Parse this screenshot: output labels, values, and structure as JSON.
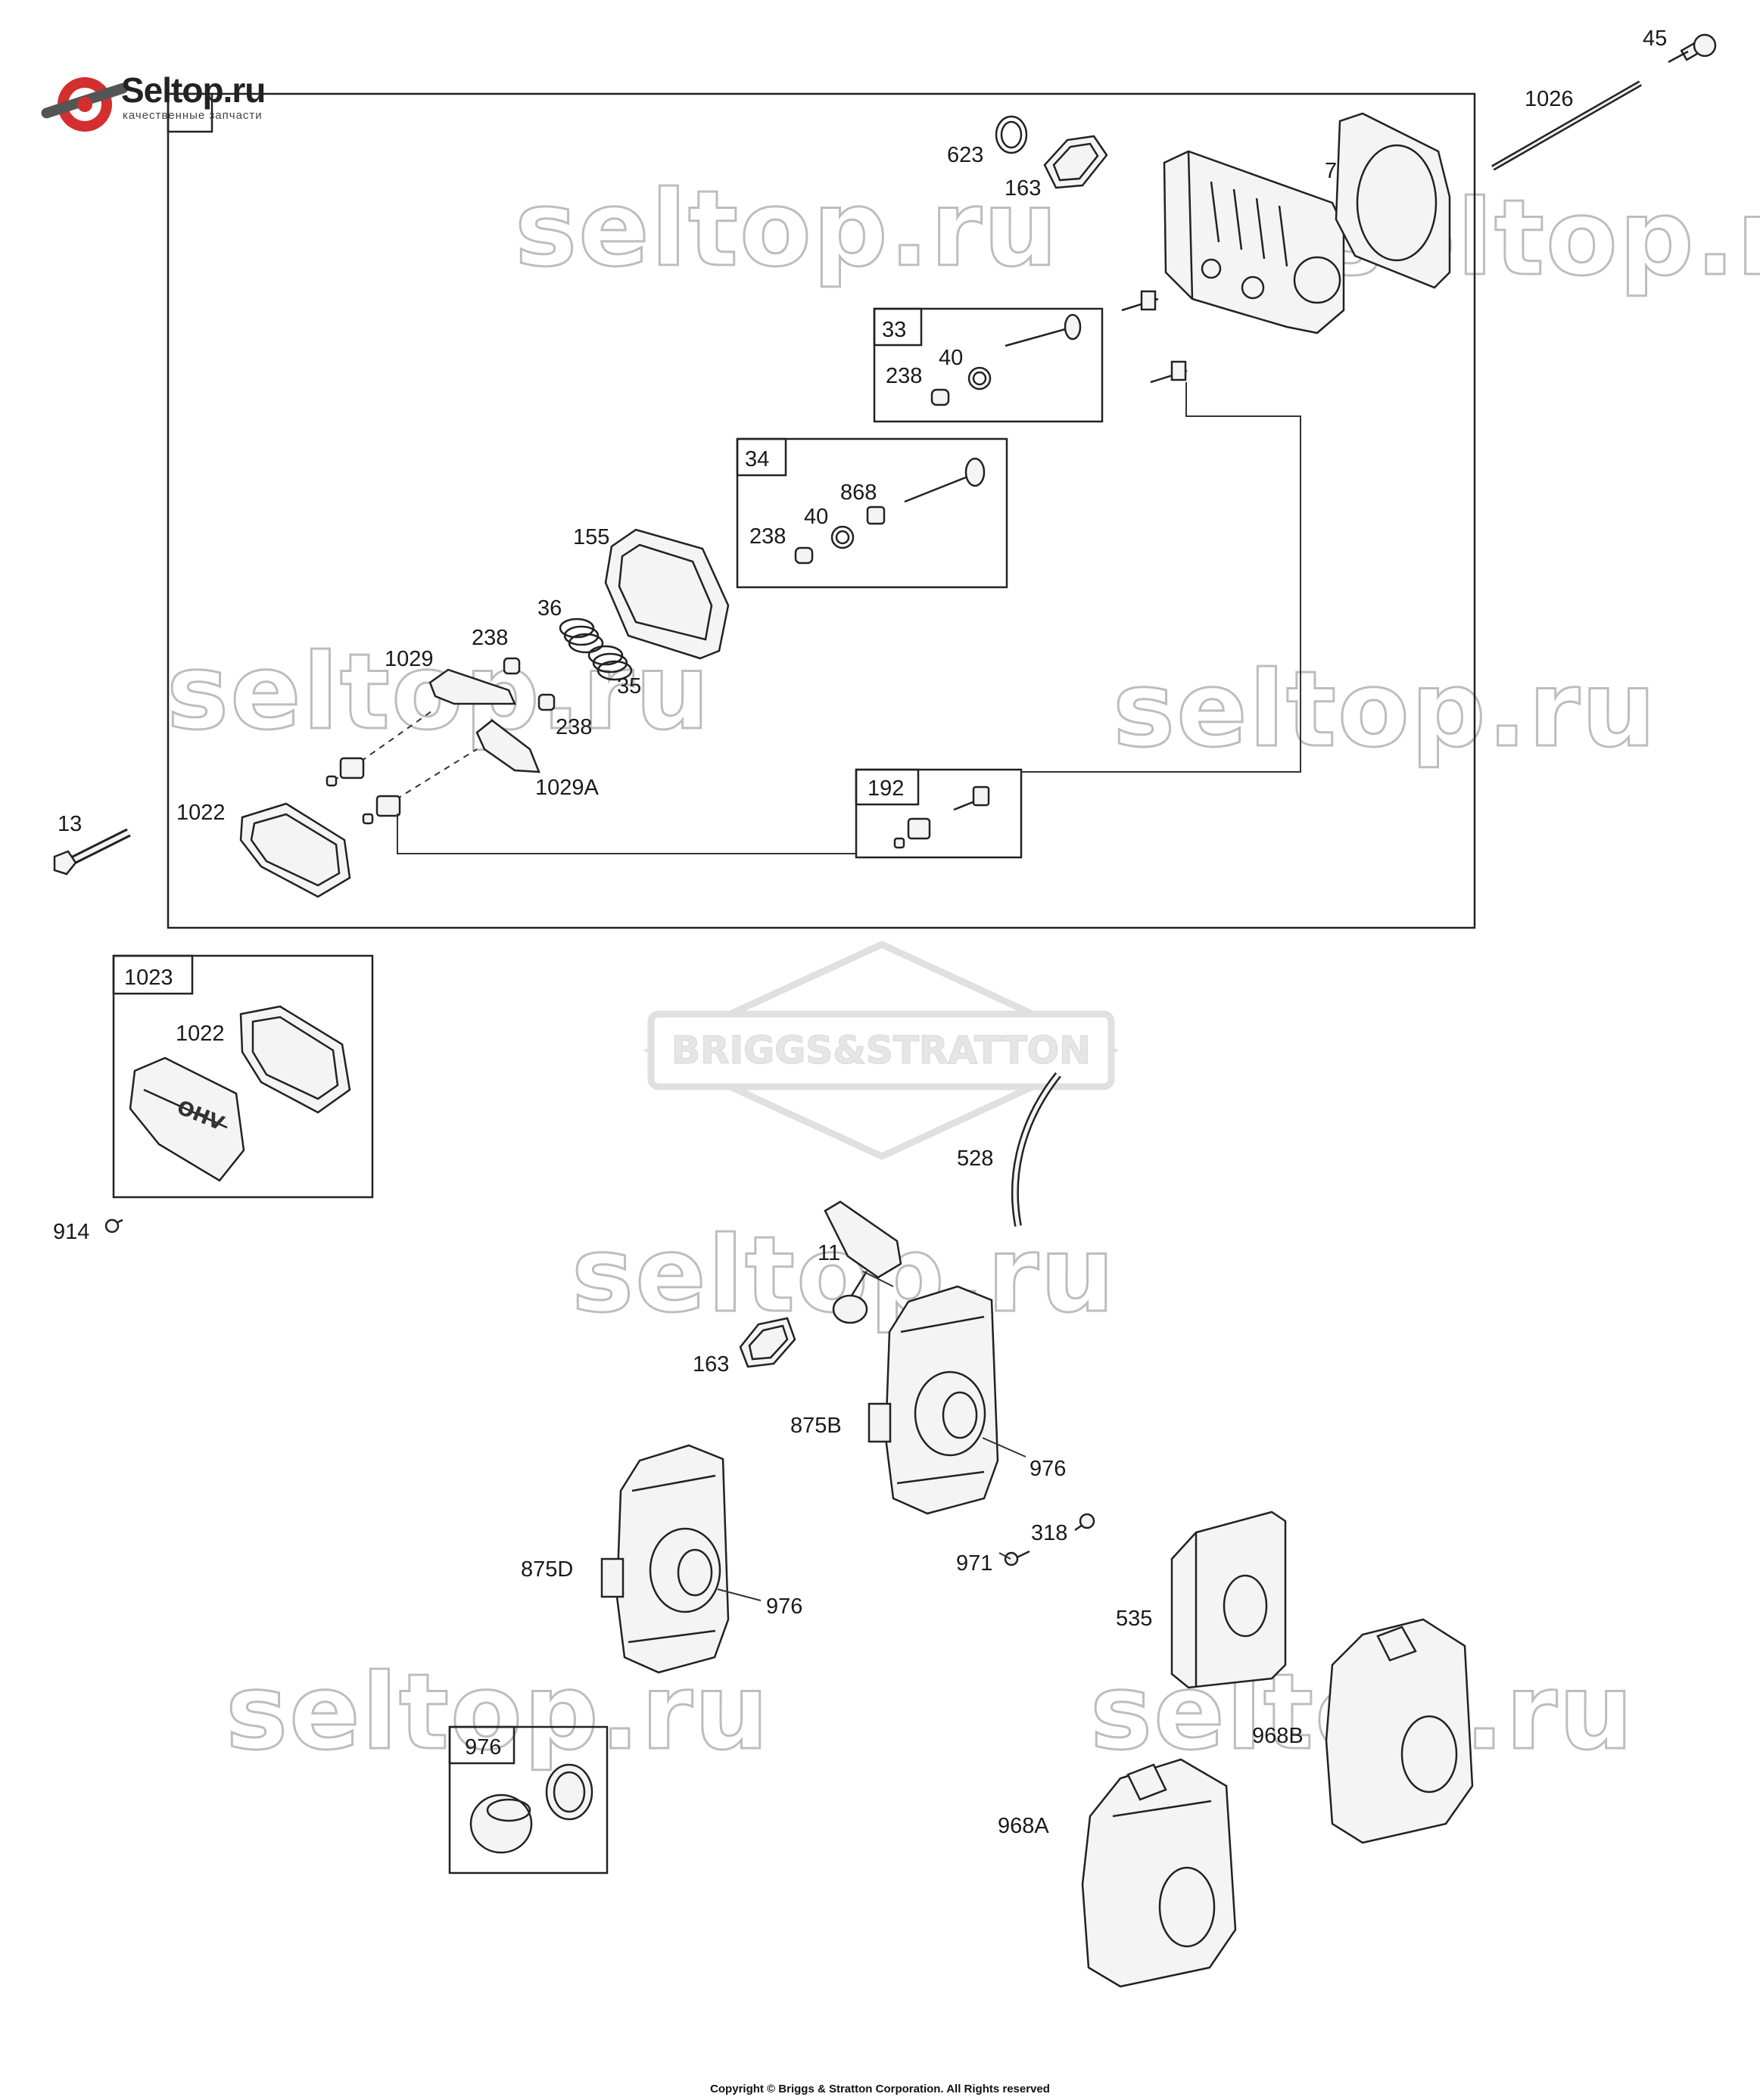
{
  "logo": {
    "name": "Seltop.ru",
    "tagline": "качественные запчасти"
  },
  "watermark": {
    "text": "seltop.ru",
    "brand": "BRIGGS&STRATTON"
  },
  "copyright": "Copyright © Briggs & Stratton Corporation. All Rights reserved",
  "callouts": {
    "p45": "45",
    "p1026": "1026",
    "p623": "623",
    "p163a": "163",
    "p7": "7",
    "p40a": "40",
    "p238a": "238",
    "p868": "868",
    "p40b": "40",
    "p238b": "238",
    "p155": "155",
    "p36": "36",
    "p238c": "238",
    "p1029": "1029",
    "p35": "35",
    "p238d": "238",
    "p1029A": "1029A",
    "p1022a": "1022",
    "p13": "13",
    "p1022b": "1022",
    "p914": "914",
    "p528": "528",
    "p11": "11",
    "p163b": "163",
    "p875B": "875B",
    "p976a": "976",
    "p318": "318",
    "p971": "971",
    "p875D": "875D",
    "p976b": "976",
    "p535": "535",
    "p968B": "968B",
    "p968A": "968A"
  },
  "boxes": {
    "b33": "33",
    "b34": "34",
    "b192": "192",
    "b1023": "1023",
    "b976": "976"
  }
}
